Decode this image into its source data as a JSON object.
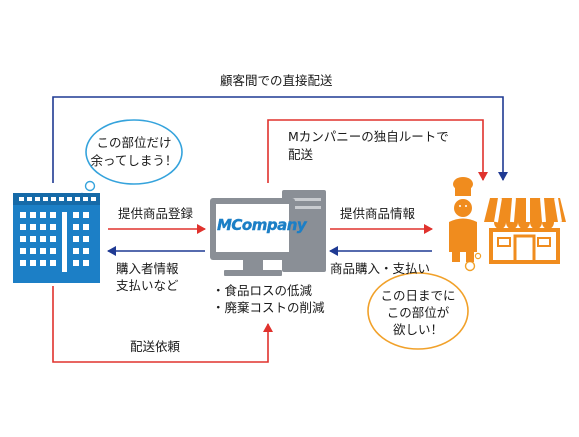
{
  "colors": {
    "blue_flow": "#1f3a93",
    "red_flow": "#e0322d",
    "building_blue": "#1c7fc6",
    "store_orange": "#f08c1e",
    "bubble_border": "#35a3dc",
    "bubble_border_right": "#f1a12a",
    "computer_gray": "#8a8f96"
  },
  "labels": {
    "direct_delivery": "顧客間での直接配送",
    "m_company_route_line1": "Mカンパニーの独自ルートで",
    "m_company_route_line2": "配送",
    "provide_registration": "提供商品登録",
    "provide_info": "提供商品情報",
    "buyer_info_line1": "購入者情報",
    "buyer_info_line2": "支払いなど",
    "purchase_payment": "商品購入・支払い",
    "benefit_1": "・食品ロスの低減",
    "benefit_2": "・廃棄コストの削減",
    "delivery_request": "配送依頼"
  },
  "bubbles": {
    "left_line1": "この部位だけ",
    "left_line2": "余ってしまう！",
    "right_line1": "この日までに",
    "right_line2": "この部位が",
    "right_line3": "欲しい！"
  },
  "logo": {
    "letters": "MCompany"
  },
  "icons": {
    "supplier": "office-building-icon",
    "platform": "computer-icon",
    "chef": "chef-icon",
    "restaurant": "storefront-icon"
  }
}
